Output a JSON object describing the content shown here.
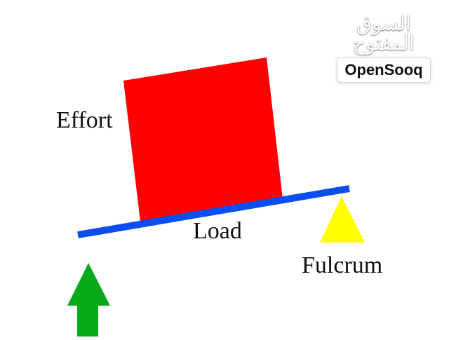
{
  "diagram": {
    "labels": {
      "effort": "Effort",
      "load": "Load",
      "fulcrum": "Fulcrum"
    },
    "colors": {
      "box": "#ff0000",
      "beam": "#0a4ef0",
      "fulcrum": "#ffff00",
      "arrow": "#08a81a"
    }
  },
  "watermark": {
    "arabic_text": "السوق المفتوح",
    "brand_text": "OpenSooq"
  }
}
